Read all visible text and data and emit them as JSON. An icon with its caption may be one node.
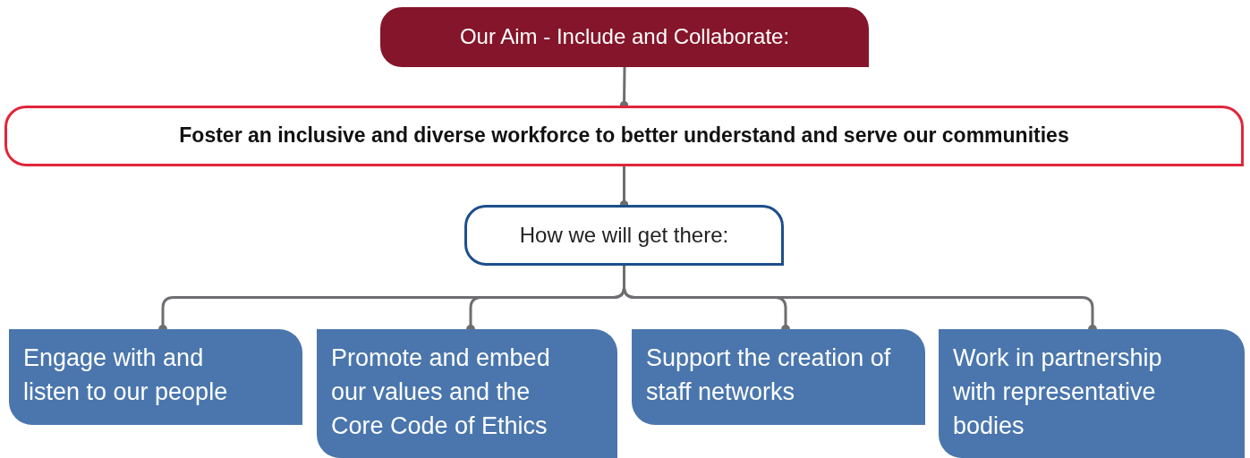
{
  "diagram": {
    "nodes": [
      {
        "text": [
          "Our Aim - Include and Collaborate:"
        ]
      },
      {
        "text": [
          "Foster an inclusive and diverse workforce to better understand and serve our communities"
        ]
      },
      {
        "text": [
          "How we will get there:"
        ]
      },
      {
        "text": [
          "Engage with and listen to our people"
        ]
      },
      {
        "text": [
          "Promote and embed our values and the Core Code of Ethics"
        ]
      },
      {
        "text": [
          "Support the creation of staff networks"
        ]
      },
      {
        "text": [
          "Work in partnership with representative bodies"
        ]
      }
    ],
    "edges": [
      {
        "from": 0,
        "to": 1,
        "arrow": "other"
      },
      {
        "from": 1,
        "to": 2,
        "arrow": "other"
      },
      {
        "from": 2,
        "to": 3,
        "arrow": "other"
      },
      {
        "from": 2,
        "to": 4,
        "arrow": "other"
      },
      {
        "from": 2,
        "to": 5,
        "arrow": "other"
      },
      {
        "from": 2,
        "to": 6,
        "arrow": "other"
      }
    ]
  }
}
